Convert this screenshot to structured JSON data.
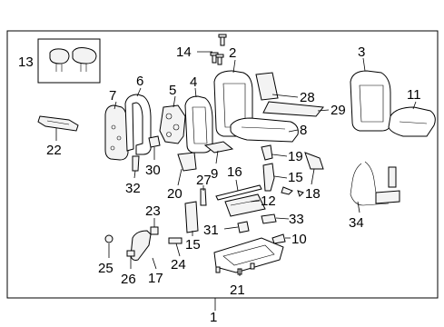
{
  "diagram": {
    "callouts": {
      "c1": "1",
      "c2": "2",
      "c3": "3",
      "c4": "4",
      "c5": "5",
      "c6": "6",
      "c7": "7",
      "c8": "8",
      "c9": "9",
      "c10": "10",
      "c11": "11",
      "c12": "12",
      "c13": "13",
      "c14": "14",
      "c15a": "15",
      "c15b": "15",
      "c16": "16",
      "c17": "17",
      "c18": "18",
      "c19": "19",
      "c20": "20",
      "c21": "21",
      "c22": "22",
      "c23": "23",
      "c24": "24",
      "c25": "25",
      "c26": "26",
      "c27": "27",
      "c28": "28",
      "c29": "29",
      "c30": "30",
      "c31": "31",
      "c32": "32",
      "c33": "33",
      "c34": "34"
    }
  }
}
